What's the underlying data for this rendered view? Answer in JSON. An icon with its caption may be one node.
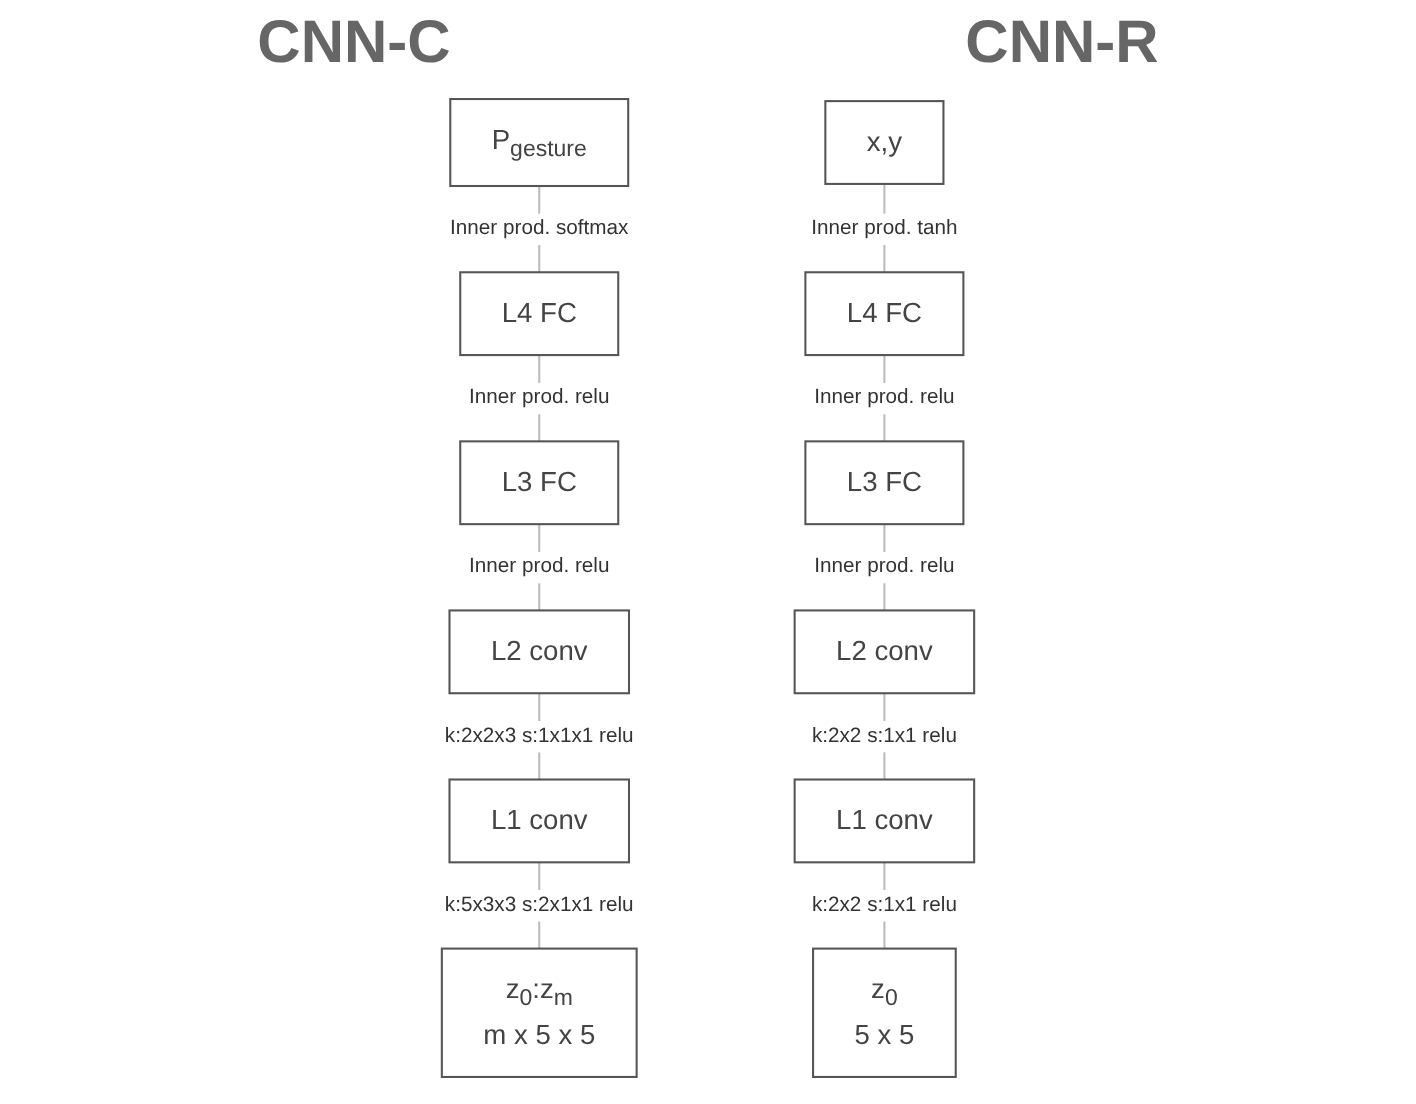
{
  "diagram": {
    "nodes": [
      {
        "text": [
          "P$_{gesture}$"
        ]
      },
      {
        "text": [
          "L4 FC"
        ]
      },
      {
        "text": [
          "L3 FC"
        ]
      },
      {
        "text": [
          "L2 conv"
        ]
      },
      {
        "text": [
          "L1 conv"
        ]
      },
      {
        "text": [
          "z$_{0}$:z$_{m}$",
          "m x 5 x 5"
        ]
      },
      {
        "text": [
          "x,y"
        ]
      },
      {
        "text": [
          "L4 FC"
        ]
      },
      {
        "text": [
          "L3 FC"
        ]
      },
      {
        "text": [
          "L2 conv"
        ]
      },
      {
        "text": [
          "L1 conv"
        ]
      },
      {
        "text": [
          "z$_{0}$",
          "5 x 5"
        ]
      }
    ],
    "edges": [
      {
        "from": 0,
        "to": 1,
        "arrow": "none",
        "label": "Inner prod. softmax"
      },
      {
        "from": 1,
        "to": 2,
        "arrow": "none",
        "label": "Inner prod. relu"
      },
      {
        "from": 2,
        "to": 3,
        "arrow": "none",
        "label": "Inner prod. relu"
      },
      {
        "from": 3,
        "to": 4,
        "arrow": "none",
        "label": "k:2x2x3 s:1x1x1 relu"
      },
      {
        "from": 4,
        "to": 5,
        "arrow": "none",
        "label": "k:5x3x3 s:2x1x1 relu"
      },
      {
        "from": 6,
        "to": 7,
        "arrow": "none",
        "label": "Inner prod. tanh"
      },
      {
        "from": 7,
        "to": 8,
        "arrow": "none",
        "label": "Inner prod. relu"
      },
      {
        "from": 8,
        "to": 9,
        "arrow": "none",
        "label": "Inner prod. relu"
      },
      {
        "from": 9,
        "to": 10,
        "arrow": "none",
        "label": "k:2x2 s:1x1 relu"
      },
      {
        "from": 10,
        "to": 11,
        "arrow": "none",
        "label": "k:2x2 s:1x1 relu"
      }
    ],
    "labels": [
      "CNN-C",
      "CNN-R"
    ]
  }
}
